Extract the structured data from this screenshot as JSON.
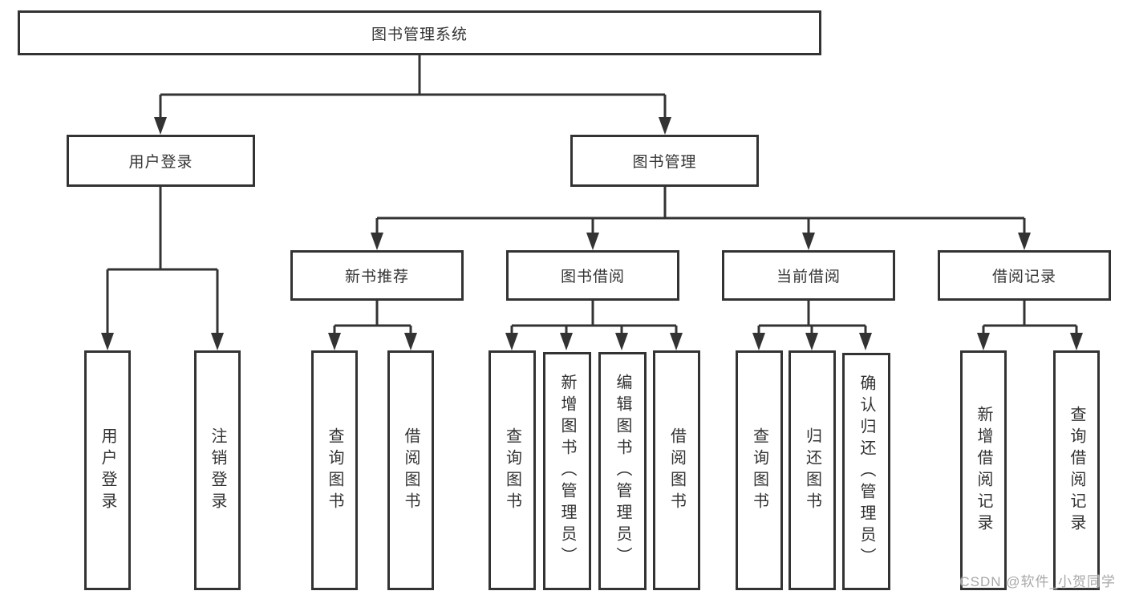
{
  "tree": {
    "label": "图书管理系统",
    "children": [
      {
        "label": "用户登录",
        "children": [
          {
            "label": "用户登录"
          },
          {
            "label": "注销登录"
          }
        ]
      },
      {
        "label": "图书管理",
        "children": [
          {
            "label": "新书推荐",
            "children": [
              {
                "label": "查询图书"
              },
              {
                "label": "借阅图书"
              }
            ]
          },
          {
            "label": "图书借阅",
            "children": [
              {
                "label": "查询图书"
              },
              {
                "label": "新增图书（管理员）"
              },
              {
                "label": "编辑图书（管理员）"
              },
              {
                "label": "借阅图书"
              }
            ]
          },
          {
            "label": "当前借阅",
            "children": [
              {
                "label": "查询图书"
              },
              {
                "label": "归还图书"
              },
              {
                "label": "确认归还（管理员）"
              }
            ]
          },
          {
            "label": "借阅记录",
            "children": [
              {
                "label": "新增借阅记录"
              },
              {
                "label": "查询借阅记录"
              }
            ]
          }
        ]
      }
    ]
  },
  "watermark": {
    "text": "CSDN @软件_小贺同学"
  },
  "colors": {
    "line": "#333333",
    "box_border": "#333333",
    "text": "#333333",
    "watermark": "#a8a8a8",
    "background": "#ffffff"
  }
}
